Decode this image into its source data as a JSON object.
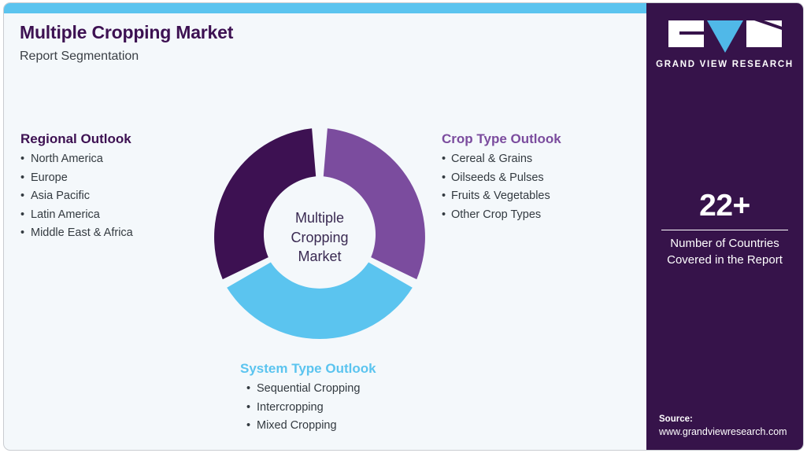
{
  "header": {
    "title": "Multiple Cropping Market",
    "subtitle": "Report Segmentation"
  },
  "donut": {
    "center_line1": "Multiple",
    "center_line2": "Cropping",
    "center_line3": "Market"
  },
  "segments": {
    "regional": {
      "title": "Regional Outlook",
      "color": "#3d1152",
      "items": [
        "North America",
        "Europe",
        "Asia Pacific",
        "Latin America",
        "Middle East & Africa"
      ]
    },
    "crop_type": {
      "title": "Crop Type Outlook",
      "color": "#7b4c9e",
      "items": [
        "Cereal & Grains",
        "Oilseeds & Pulses",
        "Fruits & Vegetables",
        "Other Crop Types"
      ]
    },
    "system_type": {
      "title": "System Type Outlook",
      "color": "#5bc4ef",
      "items": [
        "Sequential Cropping",
        "Intercropping",
        "Mixed Cropping"
      ]
    }
  },
  "side_panel": {
    "background": "#36134a",
    "logo_text": "GRAND VIEW RESEARCH",
    "stat_value": "22+",
    "stat_label_line1": "Number of Countries",
    "stat_label_line2": "Covered in the Report",
    "source_title": "Source:",
    "source_url": "www.grandviewresearch.com"
  },
  "chart_data": {
    "type": "pie",
    "title": "Multiple Cropping Market",
    "subtitle": "Report Segmentation",
    "categories": [
      "Crop Type Outlook",
      "System Type Outlook",
      "Regional Outlook"
    ],
    "values": [
      33.33,
      33.33,
      33.33
    ],
    "colors": [
      "#7b4c9e",
      "#5bc4ef",
      "#3d1152"
    ],
    "donut": true,
    "inner_radius_ratio": 0.66,
    "start_angle_deg": 0,
    "legend": "none",
    "center_label": "Multiple Cropping Market"
  }
}
